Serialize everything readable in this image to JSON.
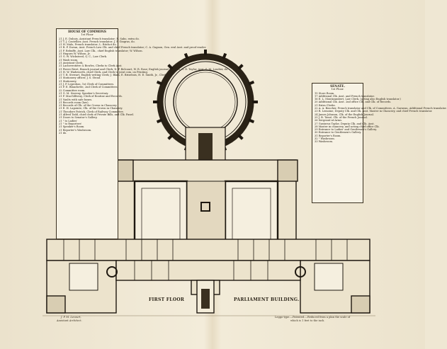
{
  "house_legend": {
    "title": "HOUSE OF COMMONS",
    "subtitle": "1st Floor",
    "items": [
      "21 J. E. Dubois, Assistant French translator; R. Sabo, extra do.",
      "21 T. J. Coutellier, Asst. French translator; J. F. Gingras, do.",
      "21 H. Malo, French translator; L. Ritchot do.",
      "21 R. P. Duvan, Asst. French Law Clk. and chief French translator; C. A. Gagnon, Gen. eral Asst. and proof reader.",
      "21 F. Rebuffe, Asst. Law Clk., chief English translator; W. Wilson.",
      "21 Hugues W. Wilson, Jr.",
      "21 G. W. Wicksteed, Q. C., Law Clerk.",
      "21 Wash-room.",
      "21 Assistant Clerk.",
      "21 Lachevrotière & Bowles, Clerks to Clerk Asst.",
      "21 Pierre Rivet, Branch journal and Clerk; N. F. Belcourt, W. R. Rose; English journal Clerk; A. G. D. Taylor, Asst. G. M. Loudier, do.",
      "21 H. W. Wadsworth, chief Clerk, and Clerk to joint com. on Printing.",
      "21 T. B. Stewart, English writing Clerk; J. Blain, E. Brisebois, H. E. Smith, Jr., Clerks.",
      "21 Stationery officer, J. S. Stead.",
      "21 Stationery.",
      "21 J. P. Leprohon, 1st Clerk of Committees.",
      "21 F. E. Blanchette, 2nd Clerk of Committees.",
      "22 Committee room.",
      "21 G. M. Sweeny, Speaker's Secretary.",
      "21 F. MacGillivray, Clerk of Routine and Records.",
      "21 Vaults with safe boxes.",
      "21 Records room (law).",
      "21 Records of Clk. of the Crown in Chancery.",
      "21 E. H. Lapointe, Clk. of the Crown in Chancery.",
      "21 Theodore Patrick, Clerk of Railway Committee.",
      "21 Alfred Todd, chief clerk of Private Bills, and Clk. Panel.",
      "21 Doors to Senator's Gallery.",
      "21 \" to Ladies'",
      "21 \" to Reporters'",
      "21 Speaker's Room.",
      "21 Reporter's Washroom.",
      "21 do."
    ]
  },
  "senate_legend": {
    "title": "SENATE.",
    "subtitle": "1st Floor.",
    "items": [
      "15 Store Room.",
      "17 Additional Clk. Asst. and French translator.",
      "16 E. L. Montizambert, Law Clerk, (acting also English translator.)",
      "20 Additional Clk. Asst. 2nd office Clk. and Clk. of Records.",
      "21 Extra Clerks.",
      "22 A. A. Boucher, French translator and Clk. of Committees, A. Garneau, Additional French translator.",
      "23 R. Lemoine, Deputy Clk. and Clk. Asst. Master in Chancery, and chief French translator.",
      "24 James Johnson, Clk. of the English Journal.",
      "25 J. B. Tassé, Clk. of the French Journal.",
      "26 Sergeant-at-Arms.",
      "27 Gustavus Taylor, Deputy Clk. and Clk. Asst.",
      "28 Master in chancery, and acting chief office Clk.",
      "29 Entrance to Ladies' and Gentlemen's Gallery.",
      "30 Entrance to Gentlemen's Gallery.",
      "31 Reporter's Room.",
      "32 \" Washroom.",
      "33 Washroom."
    ]
  },
  "labels": {
    "first_floor": "FIRST FLOOR",
    "parliament_building": "PARLIAMENT BUILDING.",
    "credit_line1": "J. P. M. Lecourt,",
    "credit_line2": "Assistant Architect.",
    "note_line1": "Leggo-type.—Patented.—Reduced from a plan the scale of",
    "note_line2": "which is 1 feet to the inch."
  }
}
